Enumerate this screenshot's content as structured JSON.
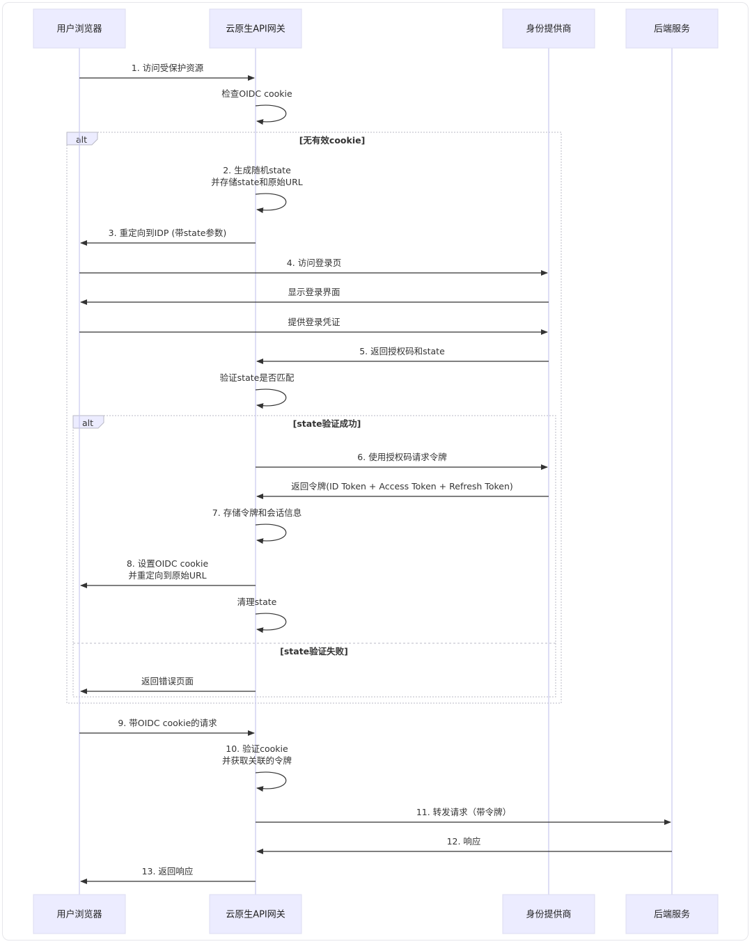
{
  "actors": [
    {
      "id": "browser",
      "label": "用户浏览器"
    },
    {
      "id": "gateway",
      "label": "云原生API网关"
    },
    {
      "id": "idp",
      "label": "身份提供商"
    },
    {
      "id": "backend",
      "label": "后端服务"
    }
  ],
  "messages": [
    {
      "from": "browser",
      "to": "gateway",
      "text": [
        "1. 访问受保护资源"
      ]
    },
    {
      "from": "gateway",
      "to": "gateway",
      "text": [
        "检查OIDC cookie"
      ]
    },
    {
      "from": "gateway",
      "to": "gateway",
      "text": [
        "2. 生成随机state",
        "并存储state和原始URL"
      ]
    },
    {
      "from": "gateway",
      "to": "browser",
      "text": [
        "3. 重定向到IDP (带state参数)"
      ]
    },
    {
      "from": "browser",
      "to": "idp",
      "text": [
        "4. 访问登录页"
      ]
    },
    {
      "from": "idp",
      "to": "browser",
      "text": [
        "显示登录界面"
      ]
    },
    {
      "from": "browser",
      "to": "idp",
      "text": [
        "提供登录凭证"
      ]
    },
    {
      "from": "idp",
      "to": "gateway",
      "text": [
        "5. 返回授权码和state"
      ]
    },
    {
      "from": "gateway",
      "to": "gateway",
      "text": [
        "验证state是否匹配"
      ]
    },
    {
      "from": "gateway",
      "to": "idp",
      "text": [
        "6. 使用授权码请求令牌"
      ]
    },
    {
      "from": "idp",
      "to": "gateway",
      "text": [
        "返回令牌(ID Token + Access Token + Refresh Token)"
      ]
    },
    {
      "from": "gateway",
      "to": "gateway",
      "text": [
        "7. 存储令牌和会话信息"
      ]
    },
    {
      "from": "gateway",
      "to": "browser",
      "text": [
        "8. 设置OIDC cookie",
        "并重定向到原始URL"
      ]
    },
    {
      "from": "gateway",
      "to": "gateway",
      "text": [
        "清理state"
      ]
    },
    {
      "from": "gateway",
      "to": "browser",
      "text": [
        "返回错误页面"
      ]
    },
    {
      "from": "browser",
      "to": "gateway",
      "text": [
        "9. 带OIDC cookie的请求"
      ]
    },
    {
      "from": "gateway",
      "to": "gateway",
      "text": [
        "10. 验证cookie",
        "并获取关联的令牌"
      ]
    },
    {
      "from": "gateway",
      "to": "backend",
      "text": [
        "11. 转发请求（带令牌）"
      ]
    },
    {
      "from": "backend",
      "to": "gateway",
      "text": [
        "12. 响应"
      ]
    },
    {
      "from": "gateway",
      "to": "browser",
      "text": [
        "13. 返回响应"
      ]
    }
  ],
  "fragments": [
    {
      "label": "alt",
      "conditions": [
        "[无有效cookie]"
      ]
    },
    {
      "label": "alt",
      "conditions": [
        "[state验证成功]",
        "[state验证失败]"
      ]
    }
  ],
  "colors": {
    "actor_fill": "#ececff",
    "lifeline": "#c9c9ee",
    "line": "#333333"
  }
}
